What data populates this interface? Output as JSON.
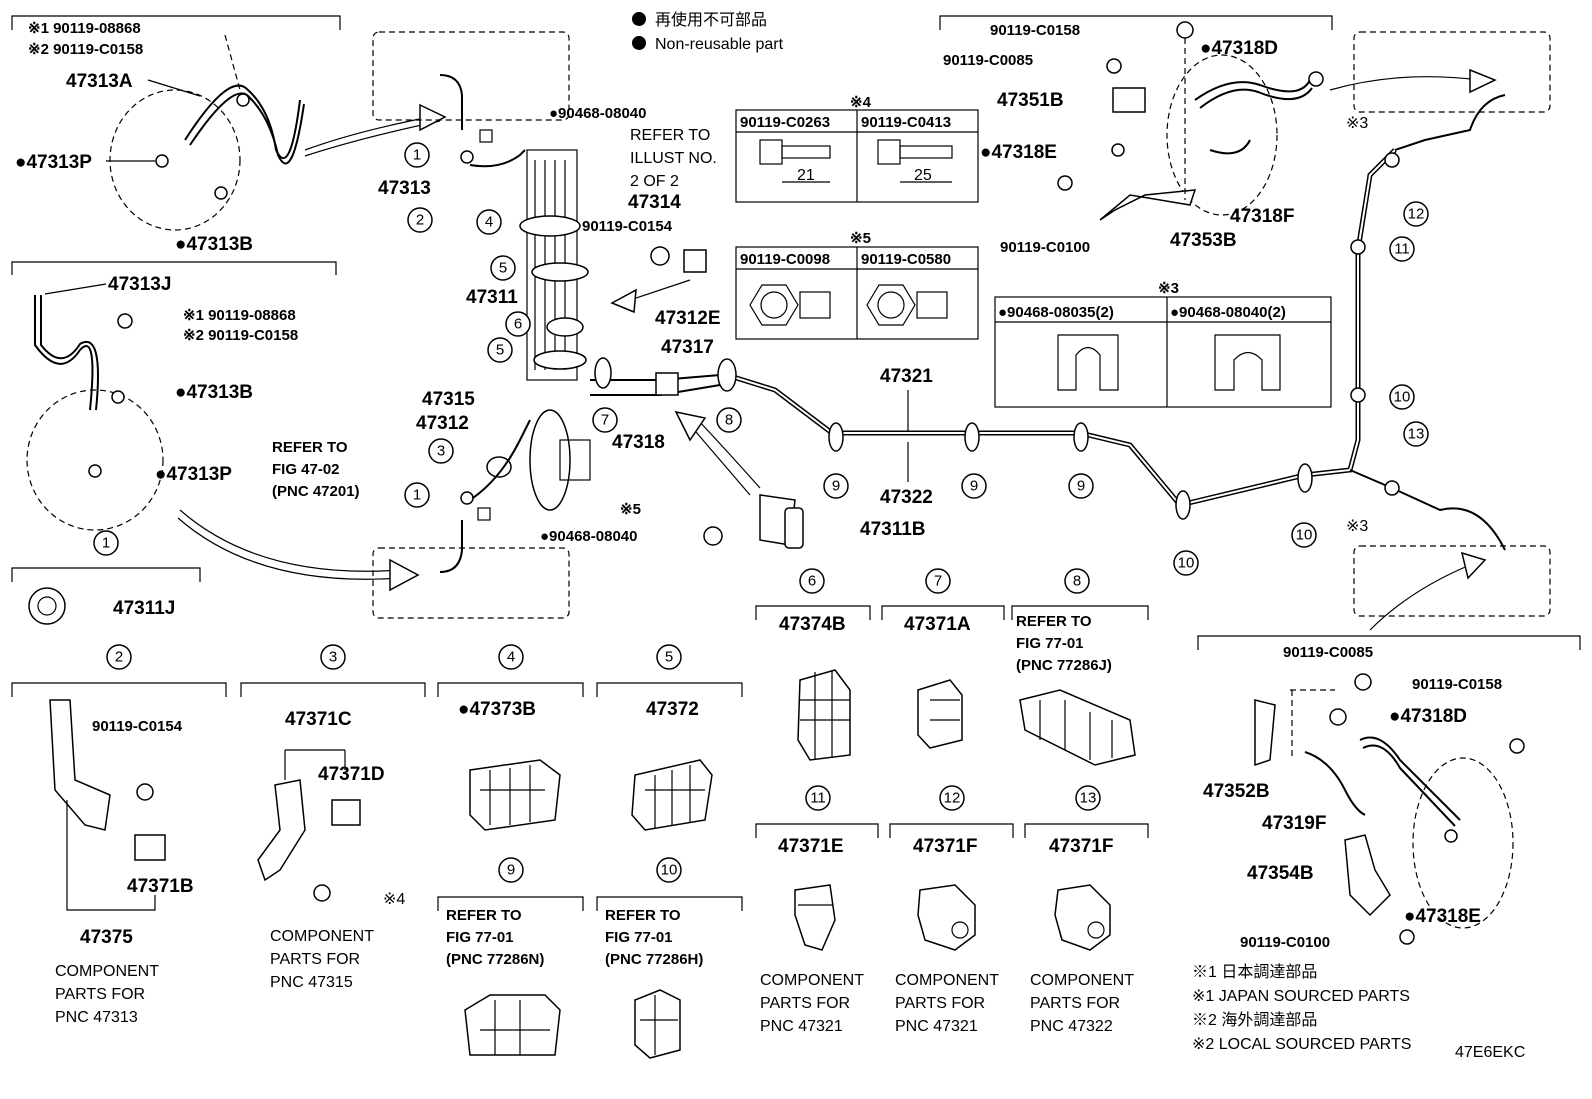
{
  "legend": {
    "non_reusable_jp": "再使用不可部品",
    "non_reusable_en": "Non-reusable part"
  },
  "footnotes": {
    "n1_jp": "※1 日本調達部品",
    "n1_en": "※1 JAPAN SOURCED PARTS",
    "n2_jp": "※2 海外調達部品",
    "n2_en": "※2 LOCAL SOURCED PARTS"
  },
  "figure_code": "47E6EKC",
  "callouts": [
    {
      "id": "c1",
      "text": "※1 90119-08868"
    },
    {
      "id": "c2",
      "text": "※2 90119-C0158"
    },
    {
      "id": "c3",
      "text": "47313A"
    },
    {
      "id": "c4",
      "text": "●47313P"
    },
    {
      "id": "c5",
      "text": "●47313B"
    },
    {
      "id": "c6",
      "text": "47313J"
    },
    {
      "id": "c7",
      "text": "※1 90119-08868"
    },
    {
      "id": "c8",
      "text": "※2 90119-C0158"
    },
    {
      "id": "c9",
      "text": "●47313B"
    },
    {
      "id": "c10",
      "text": "●47313P"
    },
    {
      "id": "c11",
      "text": "47311J"
    },
    {
      "id": "c12",
      "text": "●90468-08040"
    },
    {
      "id": "c13",
      "text": "REFER TO"
    },
    {
      "id": "c14",
      "text": "ILLUST NO."
    },
    {
      "id": "c15",
      "text": "2 OF 2"
    },
    {
      "id": "c16",
      "text": "47313"
    },
    {
      "id": "c17",
      "text": "47314"
    },
    {
      "id": "c18",
      "text": "90119-C0154"
    },
    {
      "id": "c19",
      "text": "47311"
    },
    {
      "id": "c20",
      "text": "47312E"
    },
    {
      "id": "c21",
      "text": "47317"
    },
    {
      "id": "c22",
      "text": "47315"
    },
    {
      "id": "c23",
      "text": "47312"
    },
    {
      "id": "c24",
      "text": "47318"
    },
    {
      "id": "c25",
      "text": "REFER TO"
    },
    {
      "id": "c26",
      "text": "FIG 47-02"
    },
    {
      "id": "c27",
      "text": "(PNC 47201)"
    },
    {
      "id": "c28",
      "text": "●90468-08040"
    },
    {
      "id": "c29",
      "text": "※5"
    },
    {
      "id": "c30",
      "text": "47311B"
    },
    {
      "id": "c31",
      "text": "47321"
    },
    {
      "id": "c32",
      "text": "47322"
    },
    {
      "id": "c33",
      "text": "90119-C0158"
    },
    {
      "id": "c34",
      "text": "●47318D"
    },
    {
      "id": "c35",
      "text": "90119-C0085"
    },
    {
      "id": "c36",
      "text": "47351B"
    },
    {
      "id": "c37",
      "text": "●47318E"
    },
    {
      "id": "c38",
      "text": "47318F"
    },
    {
      "id": "c39",
      "text": "90119-C0100"
    },
    {
      "id": "c40",
      "text": "47353B"
    },
    {
      "id": "c41",
      "text": "※3"
    },
    {
      "id": "c42",
      "text": "※3"
    }
  ],
  "bolt_tables": {
    "t4": {
      "mark": "※4",
      "cols": [
        "90119-C0263",
        "90119-C0413"
      ],
      "dims": [
        "21",
        "25"
      ]
    },
    "t5": {
      "mark": "※5",
      "cols": [
        "90119-C0098",
        "90119-C0580"
      ]
    },
    "t3": {
      "mark": "※3",
      "cols": [
        "●90468-08035(2)",
        "●90468-08040(2)"
      ]
    }
  },
  "components": [
    {
      "n": "1",
      "parts": [
        "47311J"
      ],
      "notes": []
    },
    {
      "n": "2",
      "parts": [
        "90119-C0154",
        "47371B",
        "47375"
      ],
      "notes": [
        "COMPONENT",
        "PARTS FOR",
        "PNC 47313"
      ]
    },
    {
      "n": "3",
      "parts": [
        "47371C",
        "47371D",
        "※4"
      ],
      "notes": [
        "COMPONENT",
        "PARTS FOR",
        "PNC 47315"
      ]
    },
    {
      "n": "4",
      "parts": [
        "●47373B"
      ],
      "notes": []
    },
    {
      "n": "5",
      "parts": [
        "47372"
      ],
      "notes": []
    },
    {
      "n": "6",
      "parts": [
        "47374B"
      ],
      "notes": []
    },
    {
      "n": "7",
      "parts": [
        "47371A"
      ],
      "notes": []
    },
    {
      "n": "8",
      "parts": [],
      "notes": [
        "REFER TO",
        "FIG 77-01",
        "(PNC 77286J)"
      ]
    },
    {
      "n": "9",
      "parts": [],
      "notes": [
        "REFER TO",
        "FIG 77-01",
        "(PNC 77286N)"
      ]
    },
    {
      "n": "10",
      "parts": [],
      "notes": [
        "REFER TO",
        "FIG 77-01",
        "(PNC 77286H)"
      ]
    },
    {
      "n": "11",
      "parts": [
        "47371E"
      ],
      "notes": [
        "COMPONENT",
        "PARTS FOR",
        "PNC 47321"
      ]
    },
    {
      "n": "12",
      "parts": [
        "47371F"
      ],
      "notes": [
        "COMPONENT",
        "PARTS FOR",
        "PNC 47321"
      ]
    },
    {
      "n": "13",
      "parts": [
        "47371F"
      ],
      "notes": [
        "COMPONENT",
        "PARTS FOR",
        "PNC 47322"
      ]
    }
  ],
  "rear_right": {
    "labels": [
      "90119-C0085",
      "90119-C0158",
      "●47318D",
      "47352B",
      "47319F",
      "47354B",
      "●47318E",
      "90119-C0100"
    ]
  }
}
